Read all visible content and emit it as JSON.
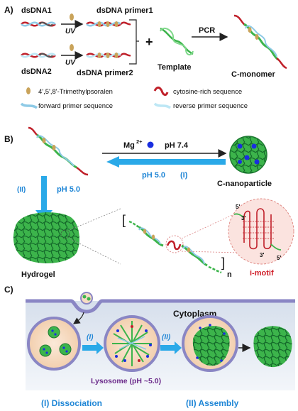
{
  "panel_a": {
    "label": "A)",
    "dsdna1": "dsDNA1",
    "dsdna2": "dsDNA2",
    "uv": "UV",
    "primer1": "dsDNA primer1",
    "primer2": "dsDNA primer2",
    "plus": "+",
    "template": "Template",
    "pcr": "PCR",
    "c_monomer": "C-monomer",
    "legend": {
      "psoralen": "4',5',8'-Trimethylpsoralen",
      "cytosine": "cytosine-rich sequence",
      "forward": "forward primer sequence",
      "reverse": "reverse  primer sequence"
    }
  },
  "panel_b": {
    "label": "B)",
    "mg": "Mg",
    "mg_sup": "2+",
    "ph74": "pH 7.4",
    "ph50_back": "pH 5.0",
    "step_i": "(I)",
    "step_ii": "(II)",
    "ph50_down": "pH 5.0",
    "c_nanoparticle": "C-nanoparticle",
    "hydrogel": "Hydrogel",
    "bracket_open": "[",
    "bracket_close": "]",
    "n": "n",
    "imotif": "i-motif",
    "p5a": "5'",
    "p3a": "3'",
    "p3b": "3'",
    "p5b": "5'"
  },
  "panel_c": {
    "label": "C)",
    "cytoplasm": "Cytoplasm",
    "step_i": "(I)",
    "step_ii": "(II)",
    "lysosome": "Lysosome (pH ~5.0)",
    "dissociation": "(I) Dissociation",
    "assembly": "(II) Assembly"
  },
  "colors": {
    "blue_arrow": "#2aa9e8",
    "green": "#3cb44b",
    "dark_green": "#1e7a32",
    "red": "#c0202a",
    "membrane": "#8a86c4",
    "lysosome_fill": "#f7dcc4",
    "cell_bg": "#e6ecf4",
    "label_blue": "#1f86d6",
    "imotif_red": "#d0202a"
  }
}
